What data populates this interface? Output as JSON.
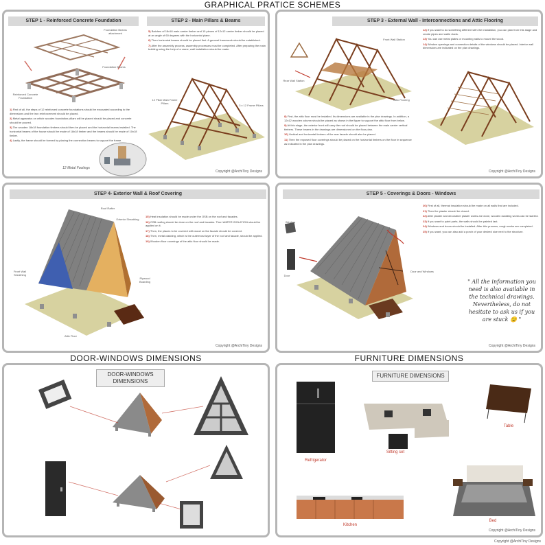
{
  "sections": {
    "schemes_title": "GRAPHICAL PRATICE SCHEMES",
    "door_windows_title": "DOOR-WINDOWS DIMENSIONS",
    "furniture_title": "FURNITURE DIMENSIONS"
  },
  "panel1": {
    "step1_head": "STEP 1 - Reinforced Concrete Foundation",
    "step2_head": "STEP 2 - Main Pillars & Beams",
    "callouts": [
      "Foundation Beams attachment",
      "Foundation Beams",
      "Reinforced Concrete Foundation",
      "12 Pillar Main Frame Pillars",
      "3 x 12 Frame Pillars"
    ],
    "footing_label": "12 Metal Footings",
    "notes_left": [
      {
        "n": "1)",
        "t": "First of all, the steps of 12 reinforced concrete foundations should be excavated according to the dimensions and the iron reinforcement should be placed."
      },
      {
        "n": "2)",
        "t": "Metal apparatus on which wooden foundation pillars will be placed should be placed and concrete should be poured."
      },
      {
        "n": "3)",
        "t": "The wooden 18x18 foundation timbers should then be placed and the horizontal beams installed. The horizontal beams of the house should be made of 18x18 timber and the beams should be made of 10x18 timber."
      },
      {
        "n": "4)",
        "t": "Lastly, the frame should be formed by placing the connection beams to support the frame."
      }
    ],
    "notes_right": [
      {
        "n": "5)",
        "t": "Batches of 18x18 main carrier timber and 10 pieces of 12x12 carrier timber should be placed at an angle of 60 degrees with the horizontal plane."
      },
      {
        "n": "6)",
        "t": "Then horizontal beams should be placed first. A general framework should be established."
      },
      {
        "n": "7)",
        "t": "After the assembly process, assembly processes must be completed. After preparing the main building using the help of a crane, wall installation should be made."
      }
    ],
    "copyright": "Copyright @ArchiTiny Designs"
  },
  "panel2": {
    "step3_head": "STEP 3 - External Wall - Interconnections and Attic Flooring",
    "callouts": [
      "Front Wall Station",
      "Rear Wall Station",
      "Attic Flooring"
    ],
    "notes_left": [
      {
        "n": "8)",
        "t": "First, the attic floor must be installed. Its dimensions are available in the plan drawings. In addition, a 12x12 wooden column should be placed as shown in the figure to support the attic floor from below."
      },
      {
        "n": "9)",
        "t": "At this stage, the exterior front will carry the roof should be placed between the main carrier vertical timbers. These beams in the drawings are dimensioned on the floor plan."
      },
      {
        "n": "10)",
        "t": "Vertical and horizontal timbers of the rear facade should also be placed."
      },
      {
        "n": "11)",
        "t": "Then the exposed floor coverings should be placed on the horizontal timbers on the floor in sequence as indicated in the plan drawings."
      }
    ],
    "notes_right": [
      {
        "n": "12)",
        "t": "If you want to do something different with the installation, you can plan from this stage and create pipes and cable ducts."
      },
      {
        "n": "13)",
        "t": "You can use metal plates or mounting nails to mount the wood."
      },
      {
        "n": "14)",
        "t": "Window openings and connection details of the windows should be placed. Interior wall dimensions are indicated on the plan drawings."
      }
    ],
    "copyright": "Copyright @ArchiTiny Designs"
  },
  "panel3": {
    "step4_head": "STEP 4- Exterior Wall & Roof Covering",
    "callouts": [
      "Roof Rafter",
      "Exterior Sheathing",
      "Front Wall Sheathing",
      "Plywood Boarding",
      "Attic Floor"
    ],
    "notes": [
      {
        "n": "15)",
        "t": "Heat insulation should be made under the OSB on the roof and facades."
      },
      {
        "n": "16)",
        "t": "OSB roofing should be done on the roof and facades. Then WATER ISOLATION should be applied on it."
      },
      {
        "n": "17)",
        "t": "Then, the places to be covered with wood on the facade should be covered."
      },
      {
        "n": "18)",
        "t": "Then, metal cladding, which is the outermost layer of the roof and facade, should be applied."
      },
      {
        "n": "19)",
        "t": "Wooden floor coverings of the attic floor should be made."
      }
    ],
    "copyright": "Copyright @ArchiTiny Designs"
  },
  "panel4": {
    "step5_head": "STEP 5 - Coverings & Doors - Windows",
    "callouts": [
      "Window",
      "Door",
      "Door and Windows"
    ],
    "notes": [
      {
        "n": "20)",
        "t": "First of all, thermal insulation should be made on all walls that are included."
      },
      {
        "n": "21)",
        "t": "Then the plaster should be closed."
      },
      {
        "n": "22)",
        "t": "After plaster and decorative plaster works are done, wooden cladding works can be started."
      },
      {
        "n": "23)",
        "t": "If you want to paint parts, the walls should be painted last."
      },
      {
        "n": "24)",
        "t": "Windows and doors should be installed. After this process, rough works are completed."
      },
      {
        "n": "25)",
        "t": "If you want, you can also add a porch of your desired size next to the structure."
      }
    ],
    "quote": "\" All the information you need is also available in the technical drawings. Nevertheless, do not hesitate to ask us if you are stuck 😉 \"",
    "copyright": "Copyright @ArchiTiny Designs"
  },
  "panel5": {
    "box_title_1": "DOOR-WINDOWS",
    "box_title_2": "DIMENSIONS"
  },
  "panel6": {
    "box_title": "FURNITURE DIMENSIONS",
    "labels": {
      "refrigerator": "Refrigerator",
      "sitting": "Sitting set",
      "table": "Table",
      "kitchen": "Kitchen",
      "bed": "Bed"
    },
    "copyright": "Copyright @ArchiTiny Designs"
  },
  "footer_copyright": "Copyright @ArchiTiny Designs",
  "colors": {
    "panel_border": "#b5b5b5",
    "accent_red": "#c0392b",
    "wood": "#8a4a25",
    "ground": "#d8d4a0",
    "metal_roof": "#7d7d7d"
  }
}
